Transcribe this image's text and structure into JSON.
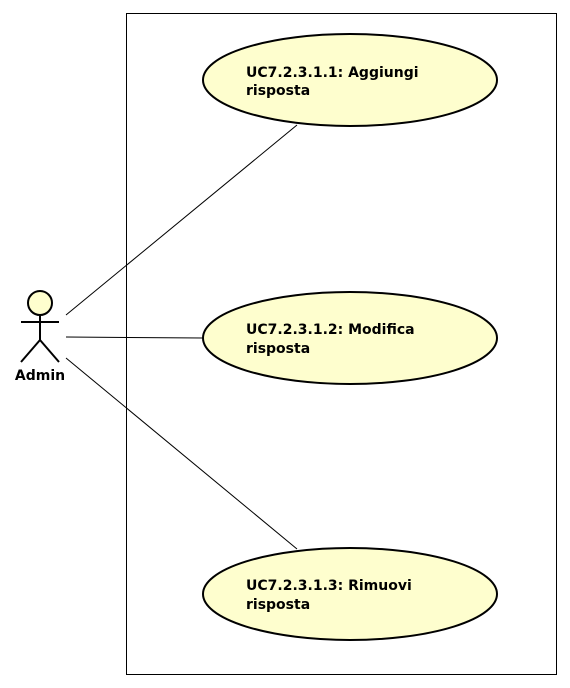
{
  "colors": {
    "usecase_fill": "#FEFECE",
    "actor_head_fill": "#FEFECE",
    "stroke": "#000000",
    "background": "#FFFFFF"
  },
  "actor": {
    "label": "Admin"
  },
  "use_cases": [
    {
      "line1": "UC7.2.3.1.1: Aggiungi",
      "line2": "risposta"
    },
    {
      "line1": "UC7.2.3.1.2: Modifica",
      "line2": "risposta"
    },
    {
      "line1": "UC7.2.3.1.3: Rimuovi",
      "line2": "risposta"
    }
  ]
}
